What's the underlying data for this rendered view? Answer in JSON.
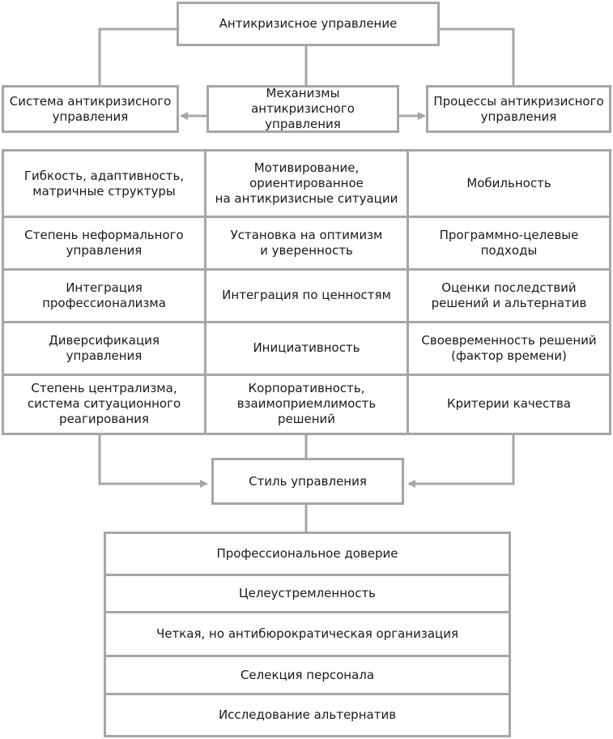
{
  "top": {
    "title": "Антикризисное управление"
  },
  "second_row": {
    "left": "Система антикризисного\nуправления",
    "center": "Механизмы антикризисного\nуправления",
    "right": "Процессы антикризисного\nуправления"
  },
  "matrix": [
    [
      "Гибкость, адаптивность,\nматричные структуры",
      "Мотивирование,\nориентированное\nна антикризисные ситуации",
      "Мобильность"
    ],
    [
      "Степень неформального\nуправления",
      "Установка на оптимизм\nи уверенность",
      "Программно-целевые\nподходы"
    ],
    [
      "Интеграция\nпрофессионализма",
      "Интеграция по ценностям",
      "Оценки последствий\nрешений и альтернатив"
    ],
    [
      "Диверсификация\nуправления",
      "Инициативность",
      "Своевременность решений\n(фактор времени)"
    ],
    [
      "Степень централизма,\nсистема ситуационного\nреагирования",
      "Корпоративность,\nвзаимоприемлимость решений",
      "Критерии качества"
    ]
  ],
  "style_box": {
    "title": "Стиль управления"
  },
  "bottom_list": [
    "Профессиональное доверие",
    "Целеустремленность",
    "Четкая, но антибюрократическая организация",
    "Селекция персонала",
    "Исследование альтернатив"
  ],
  "colors": {
    "border": "#a6a6a6",
    "text": "#1a1a1a",
    "background": "#ffffff"
  }
}
